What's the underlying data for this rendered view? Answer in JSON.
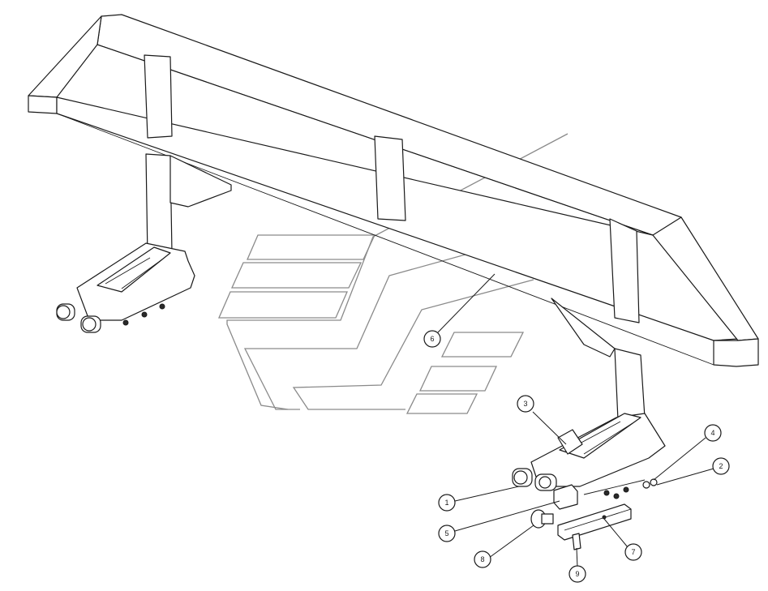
{
  "callouts": [
    {
      "id": "callout-1",
      "label": "1"
    },
    {
      "id": "callout-2",
      "label": "2"
    },
    {
      "id": "callout-3",
      "label": "3"
    },
    {
      "id": "callout-4",
      "label": "4"
    },
    {
      "id": "callout-5",
      "label": "5"
    },
    {
      "id": "callout-6",
      "label": "6"
    },
    {
      "id": "callout-7",
      "label": "7"
    },
    {
      "id": "callout-8",
      "label": "8"
    },
    {
      "id": "callout-9",
      "label": "9"
    }
  ],
  "colors": {
    "line": "#1a1a1a",
    "watermark": "#8a8a8a",
    "background": "#ffffff"
  }
}
